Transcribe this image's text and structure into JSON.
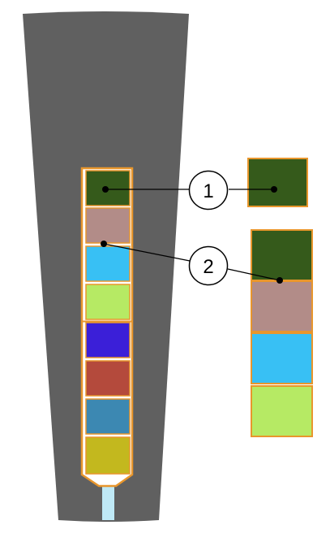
{
  "colors": {
    "background": "#ffffff",
    "tapered_body": "#606060",
    "frame_outline": "#e8962c",
    "frame_fill": "#ffffff",
    "nozzle_tip": "#bfe9f6",
    "leader_line": "#000000"
  },
  "main_stack": [
    {
      "name": "cell-dark-green",
      "color": "#355a1b"
    },
    {
      "name": "cell-mauve",
      "color": "#b28c88"
    },
    {
      "name": "cell-sky-blue",
      "color": "#38c0f4"
    },
    {
      "name": "cell-lime",
      "color": "#b6ea64"
    },
    {
      "name": "cell-indigo",
      "color": "#3b1fd8"
    },
    {
      "name": "cell-brick-red",
      "color": "#b44a3c"
    },
    {
      "name": "cell-steel-blue",
      "color": "#3c88b2"
    },
    {
      "name": "cell-mustard",
      "color": "#c3b81e"
    }
  ],
  "callouts": [
    {
      "label": "1"
    },
    {
      "label": "2"
    }
  ],
  "detail_1": {
    "color": "#355a1b"
  },
  "detail_2": [
    {
      "color": "#355a1b"
    },
    {
      "color": "#b28c88"
    },
    {
      "color": "#38c0f4"
    },
    {
      "color": "#b6ea64"
    }
  ]
}
